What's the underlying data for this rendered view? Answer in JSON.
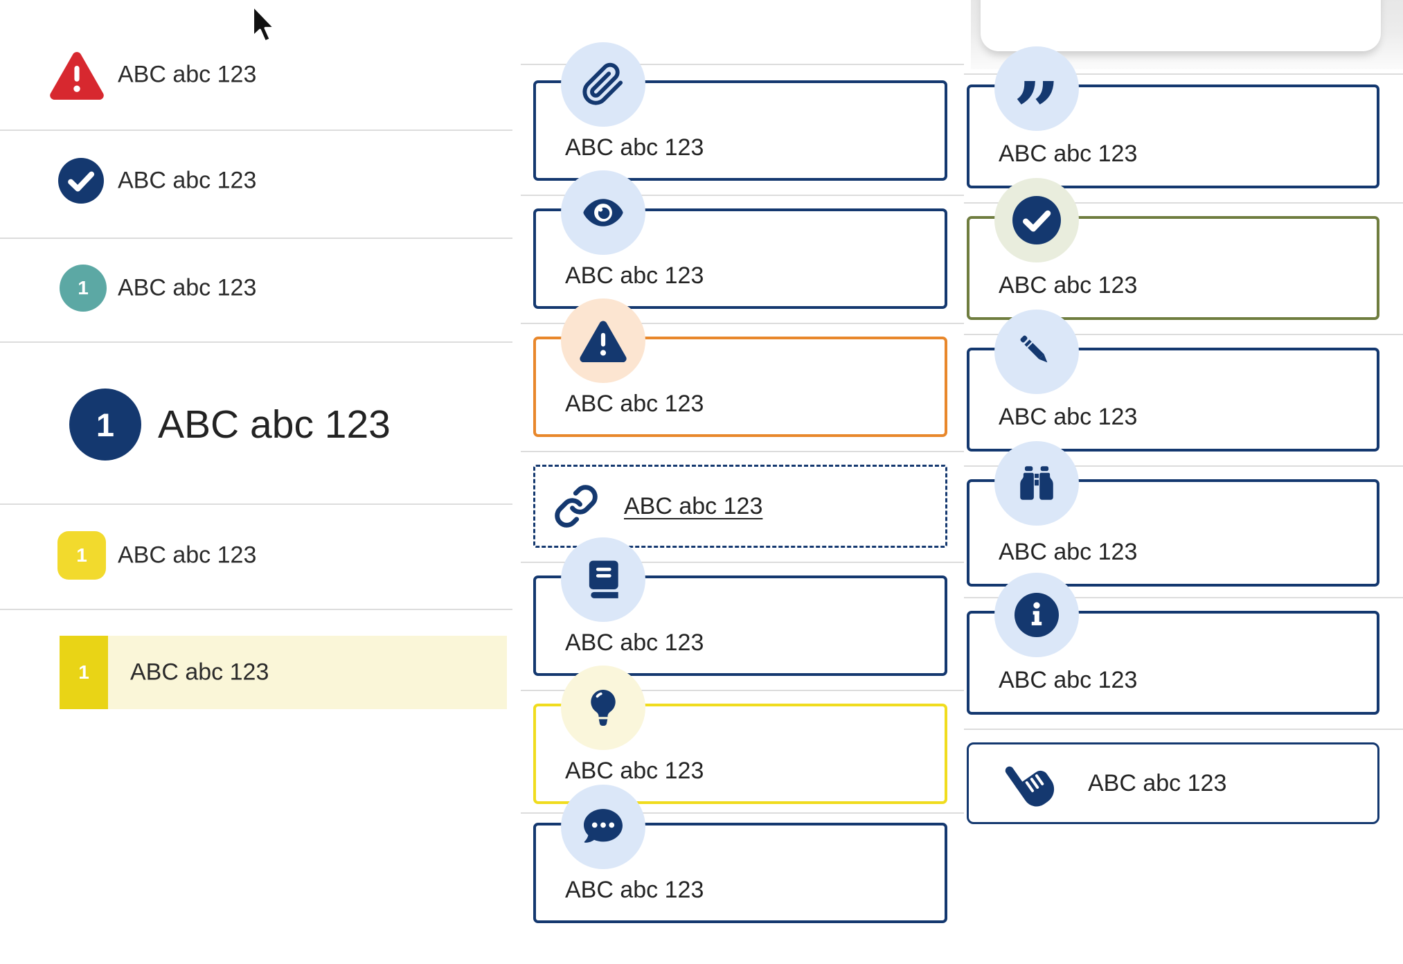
{
  "left_list": {
    "items": [
      {
        "icon": "warning-triangle-icon",
        "label": "ABC abc 123"
      },
      {
        "icon": "check-circle-icon",
        "label": "ABC abc 123"
      },
      {
        "icon": "number-badge-teal",
        "number": "1",
        "label": "ABC abc 123"
      },
      {
        "icon": "number-badge-navy-large",
        "number": "1",
        "label": "ABC abc 123"
      },
      {
        "icon": "number-badge-yellow",
        "number": "1",
        "label": "ABC abc 123"
      },
      {
        "icon": "number-badge-yellow-highlight",
        "number": "1",
        "label": "ABC abc 123"
      }
    ]
  },
  "middle_callouts": [
    {
      "icon": "paperclip-icon",
      "variant": "navy",
      "label": "ABC abc 123"
    },
    {
      "icon": "eye-icon",
      "variant": "navy",
      "label": "ABC abc 123"
    },
    {
      "icon": "warning-triangle-icon",
      "variant": "orange",
      "label": "ABC abc 123"
    },
    {
      "icon": "link-icon",
      "variant": "dashed-link",
      "label": "ABC abc 123"
    },
    {
      "icon": "book-icon",
      "variant": "navy",
      "label": "ABC abc 123"
    },
    {
      "icon": "lightbulb-icon",
      "variant": "yellow",
      "label": "ABC abc 123"
    },
    {
      "icon": "comment-dots-icon",
      "variant": "navy",
      "label": "ABC abc 123"
    }
  ],
  "right_callouts": [
    {
      "icon": "quote-right-icon",
      "variant": "navy",
      "label": "ABC abc 123"
    },
    {
      "icon": "check-circle-icon",
      "variant": "olive",
      "label": "ABC abc 123"
    },
    {
      "icon": "pencil-icon",
      "variant": "navy",
      "label": "ABC abc 123"
    },
    {
      "icon": "binoculars-icon",
      "variant": "navy",
      "label": "ABC abc 123"
    },
    {
      "icon": "info-circle-icon",
      "variant": "navy",
      "label": "ABC abc 123"
    },
    {
      "icon": "hand-pointer-icon",
      "variant": "navy-thin",
      "label": "ABC abc 123"
    }
  ],
  "colors": {
    "navy": "#14386f",
    "red": "#d7282f",
    "teal": "#5ca8a4",
    "yellow_badge": "#f2da2d",
    "yellow_badge_dark": "#e9d416",
    "highlight_row": "#faf6d8",
    "orange_border": "#e8872b",
    "yellow_border": "#f0dc1e",
    "olive_border": "#6f7d3f",
    "pale_blue": "#dbe7f8",
    "pale_peach": "#fce5d1",
    "pale_cream": "#faf6db",
    "pale_green": "#e9eddd",
    "divider": "#dcdcdc",
    "text": "#232323"
  }
}
